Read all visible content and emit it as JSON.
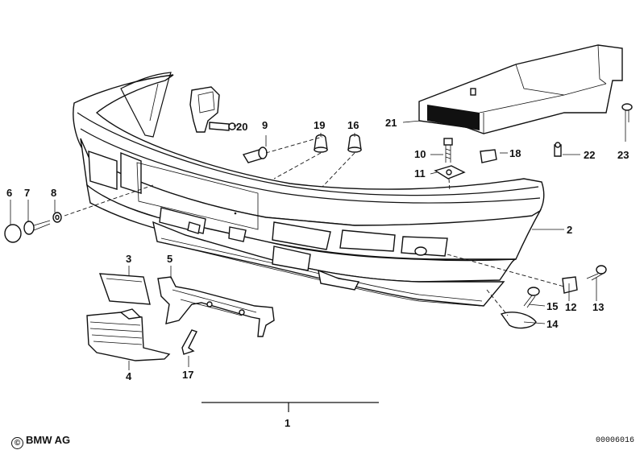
{
  "callouts": [
    {
      "id": "1",
      "label": "1"
    },
    {
      "id": "2",
      "label": "2"
    },
    {
      "id": "3",
      "label": "3"
    },
    {
      "id": "4",
      "label": "4"
    },
    {
      "id": "5",
      "label": "5"
    },
    {
      "id": "6",
      "label": "6"
    },
    {
      "id": "7",
      "label": "7"
    },
    {
      "id": "8",
      "label": "8"
    },
    {
      "id": "9",
      "label": "9"
    },
    {
      "id": "10",
      "label": "10"
    },
    {
      "id": "11",
      "label": "11"
    },
    {
      "id": "12",
      "label": "12"
    },
    {
      "id": "13",
      "label": "13"
    },
    {
      "id": "14",
      "label": "14"
    },
    {
      "id": "15",
      "label": "15"
    },
    {
      "id": "16",
      "label": "16"
    },
    {
      "id": "17",
      "label": "17"
    },
    {
      "id": "18",
      "label": "18"
    },
    {
      "id": "19",
      "label": "19"
    },
    {
      "id": "20",
      "label": "20"
    },
    {
      "id": "21",
      "label": "21"
    },
    {
      "id": "22",
      "label": "22"
    },
    {
      "id": "23",
      "label": "23"
    }
  ],
  "footer": {
    "copyright_symbol": "©",
    "copyright": "BMW AG",
    "doc_number": "00006016"
  }
}
